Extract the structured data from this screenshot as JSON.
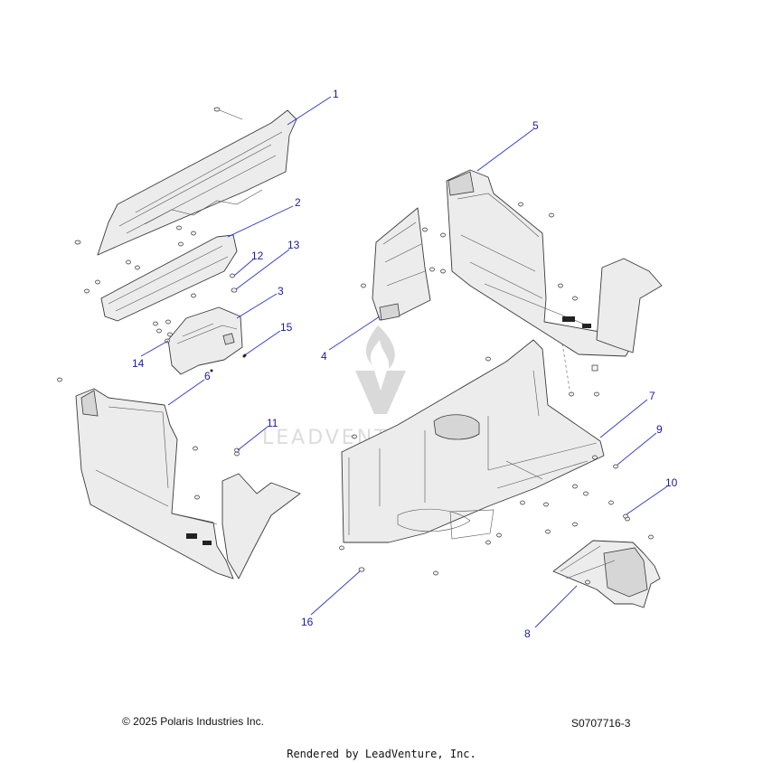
{
  "diagram": {
    "callouts": [
      {
        "id": "1",
        "label": "1"
      },
      {
        "id": "2",
        "label": "2"
      },
      {
        "id": "3",
        "label": "3"
      },
      {
        "id": "4",
        "label": "4"
      },
      {
        "id": "5",
        "label": "5"
      },
      {
        "id": "6",
        "label": "6"
      },
      {
        "id": "7",
        "label": "7"
      },
      {
        "id": "8",
        "label": "8"
      },
      {
        "id": "9",
        "label": "9"
      },
      {
        "id": "10",
        "label": "10"
      },
      {
        "id": "11",
        "label": "11"
      },
      {
        "id": "12",
        "label": "12"
      },
      {
        "id": "13",
        "label": "13"
      },
      {
        "id": "14",
        "label": "14"
      },
      {
        "id": "15",
        "label": "15"
      },
      {
        "id": "16",
        "label": "16"
      }
    ],
    "watermark_text": "LEADVENTURE",
    "colors": {
      "callout": "#1a1aa6",
      "leader": "#2b35c8",
      "part_fill": "#ececec",
      "outline": "#3a3a3a"
    }
  },
  "footer": {
    "copyright": "© 2025 Polaris Industries Inc.",
    "part_number": "S0707716-3",
    "rendered_by": "Rendered by LeadVenture, Inc."
  }
}
